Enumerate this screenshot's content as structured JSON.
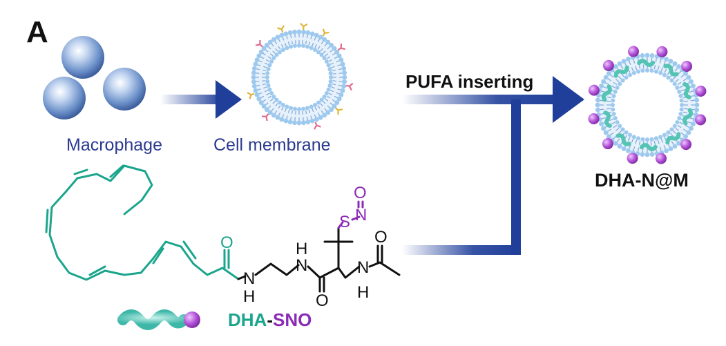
{
  "panel_letter": "A",
  "labels": {
    "macrophage": "Macrophage",
    "cell_membrane": "Cell membrane",
    "pufa_inserting": "PUFA inserting",
    "product": "DHA-N@M",
    "dha": "DHA",
    "dash": "-",
    "sno": "SNO"
  },
  "atoms": {
    "o_amide1": "O",
    "n_amide1": "N",
    "h_amide1": "H",
    "n_amide2": "N",
    "h_amide2": "H",
    "o_amide2": "O",
    "n_amide3": "N",
    "h_amide3": "H",
    "o_amide3": "O",
    "s": "S",
    "n_nitroso": "N",
    "o_nitroso": "O"
  },
  "colors": {
    "dha_teal": "#1aa58c",
    "sno_purple": "#8a2bb8",
    "arrow_blue": "#1f3f9a",
    "text_blue": "#2a3a8f",
    "membrane_blue": "#9ec9ee",
    "bead_purple": "#b04fd6"
  }
}
